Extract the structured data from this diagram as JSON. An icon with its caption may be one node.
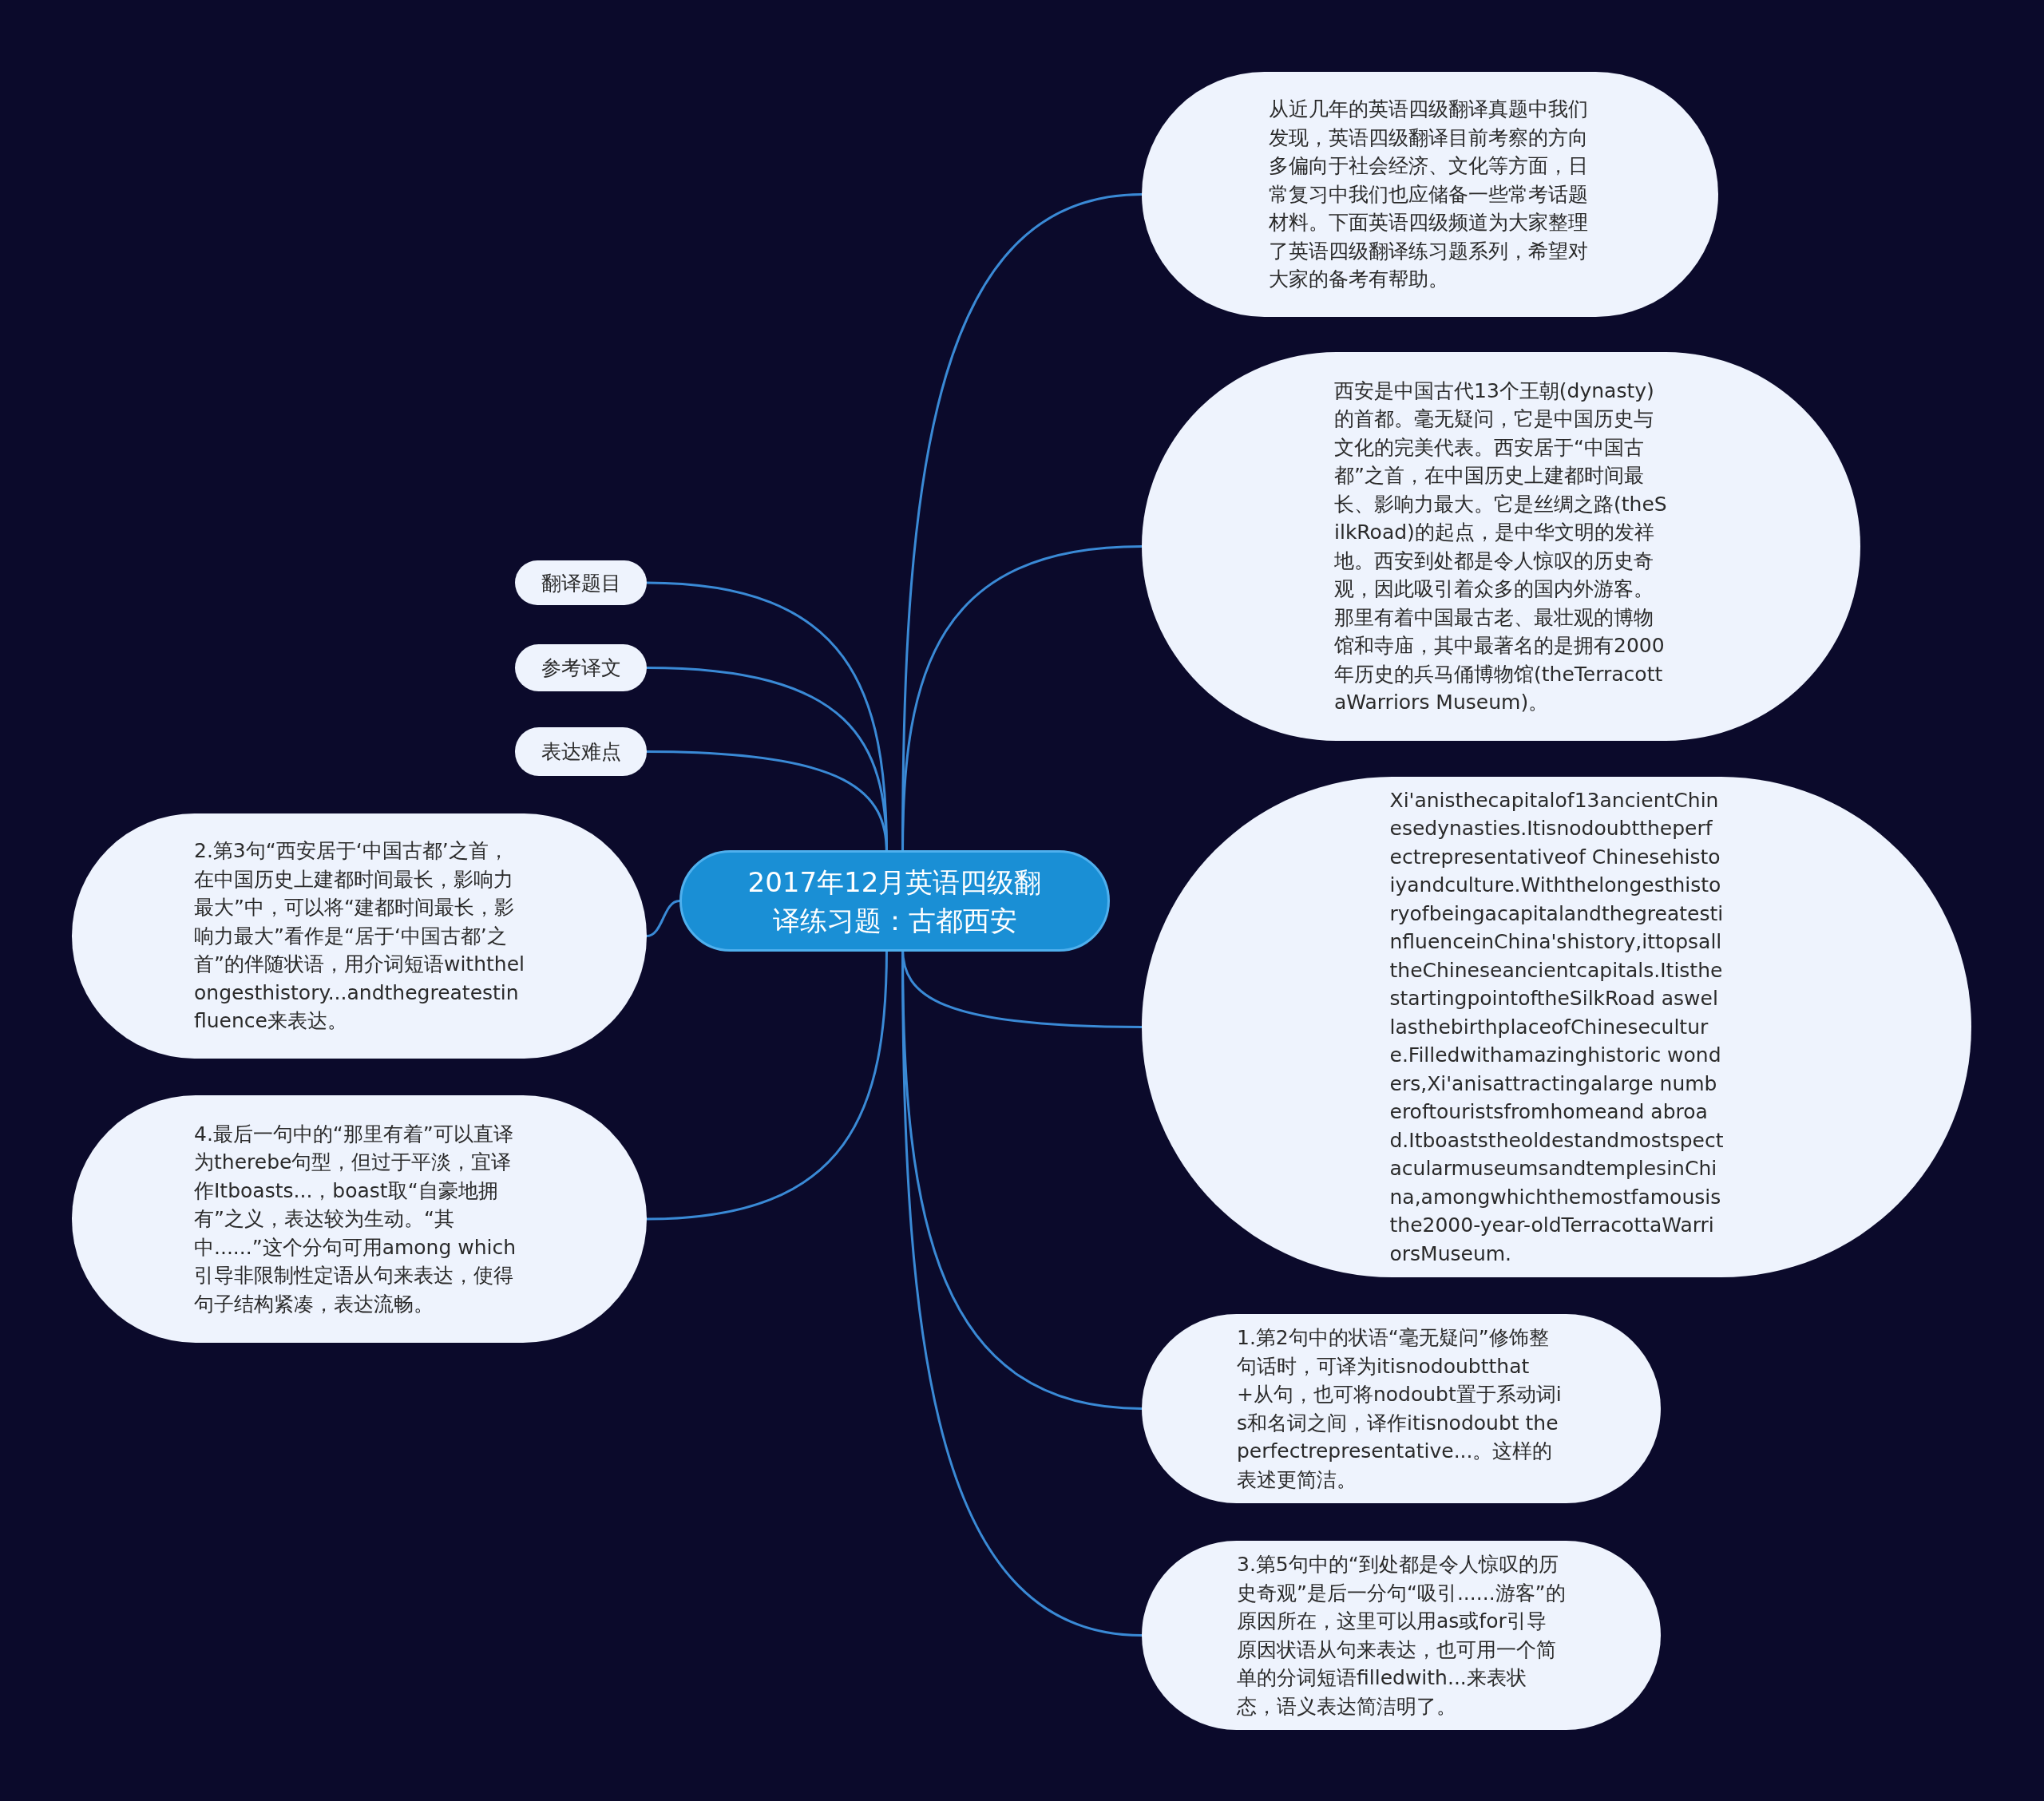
{
  "diagram": {
    "nodes": [
      {
        "text": [
          "2017年12月英语四级翻译练习题：古都西安"
        ]
      },
      {
        "text": [
          "从近几年的英语四级翻译真题中我们发现，英语四级翻译目前考察的方向多偏向于社会经济、文化等方面，日常复习中我们也应储备一些常考话题材料。下面英语四级频道为大家整理了英语四级翻译练习题系列，希望对大家的备考有帮助。"
        ]
      },
      {
        "text": [
          "西安是中国古代13个王朝(dynasty)的首都。毫无疑问，它是中国历史与文化的完美代表。西安居于“中国古都”之首，在中国历史上建都时间最长、影响力最大。它是丝绸之路(theSilkRoad)的起点，是中华文明的发祥地。西安到处都是令人惊叹的历史奇观，因此吸引着众多的国内外游客。那里有着中国最古老、最壮观的博物馆和寺庙，其中最著名的是拥有2000年历史的兵马俑博物馆(theTerracottaWarriors Museum)。"
        ]
      },
      {
        "text": [
          "翻译题目"
        ]
      },
      {
        "text": [
          "参考译文"
        ]
      },
      {
        "text": [
          "表达难点"
        ]
      },
      {
        "text": [
          "Xi'anisthecapitalof13ancientChinesedynasties.Itisnodoubttheperfectrepresentativeof Chinesehistoiyandculture.WiththelongesthistoryofbeingacapitalandthegreatestinfluenceinChina'shistory,ittopsalltheChineseancientcapitals.ItisthestartingpointoftheSilkRoad aswellasthebirthplaceofChineseculture.Filledwithamazinghistoric wonders,Xi'anisattractingalarge numberoftouristsfromhomeand abroad.ItboaststheoldestandmostspectacularmuseumsandtemplesinChina,amongwhichthemostfamousisthe2000-year-oldTerracottaWarriorsMuseum."
        ]
      },
      {
        "text": [
          "2.第3句“西安居于‘中国古都’之首，在中国历史上建都时间最长，影响力最大”中，可以将“建都时间最长，影响力最大”看作是“居于‘中国古都’之首”的伴随状语，用介词短语withthelongesthistory...andthegreatestinfluence来表达。"
        ]
      },
      {
        "text": [
          "1.第2句中的状语“毫无疑问”修饰整句话时，可译为itisnodoubtthat+从句，也可将nodoubt置于系动词is和名词之间，译作itisnodoubt theperfectrepresentative...。这样的表述更简洁。"
        ]
      },
      {
        "text": [
          "4.最后一句中的“那里有着”可以直译为therebe句型，但过于平淡，宜译作Itboasts...，boast取“自豪地拥有”之义，表达较为生动。“其中......”这个分句可用among which引导非限制性定语从句来表达，使得句子结构紧凑，表达流畅。"
        ]
      },
      {
        "text": [
          "3.第5句中的“到处都是令人惊叹的历史奇观”是后一分句“吸引......游客”的原因所在，这里可以用as或for引导原因状语从句来表达，也可用一个简单的分词短语filledwith...来表状态，语义表达简洁明了。"
        ]
      }
    ],
    "edges": [
      {
        "from": 0,
        "to": 1,
        "arrow": "none"
      },
      {
        "from": 0,
        "to": 2,
        "arrow": "none"
      },
      {
        "from": 0,
        "to": 3,
        "arrow": "none"
      },
      {
        "from": 0,
        "to": 4,
        "arrow": "none"
      },
      {
        "from": 0,
        "to": 5,
        "arrow": "none"
      },
      {
        "from": 0,
        "to": 6,
        "arrow": "none"
      },
      {
        "from": 0,
        "to": 7,
        "arrow": "none"
      },
      {
        "from": 0,
        "to": 8,
        "arrow": "none"
      },
      {
        "from": 0,
        "to": 9,
        "arrow": "none"
      },
      {
        "from": 0,
        "to": 10,
        "arrow": "none"
      }
    ]
  }
}
